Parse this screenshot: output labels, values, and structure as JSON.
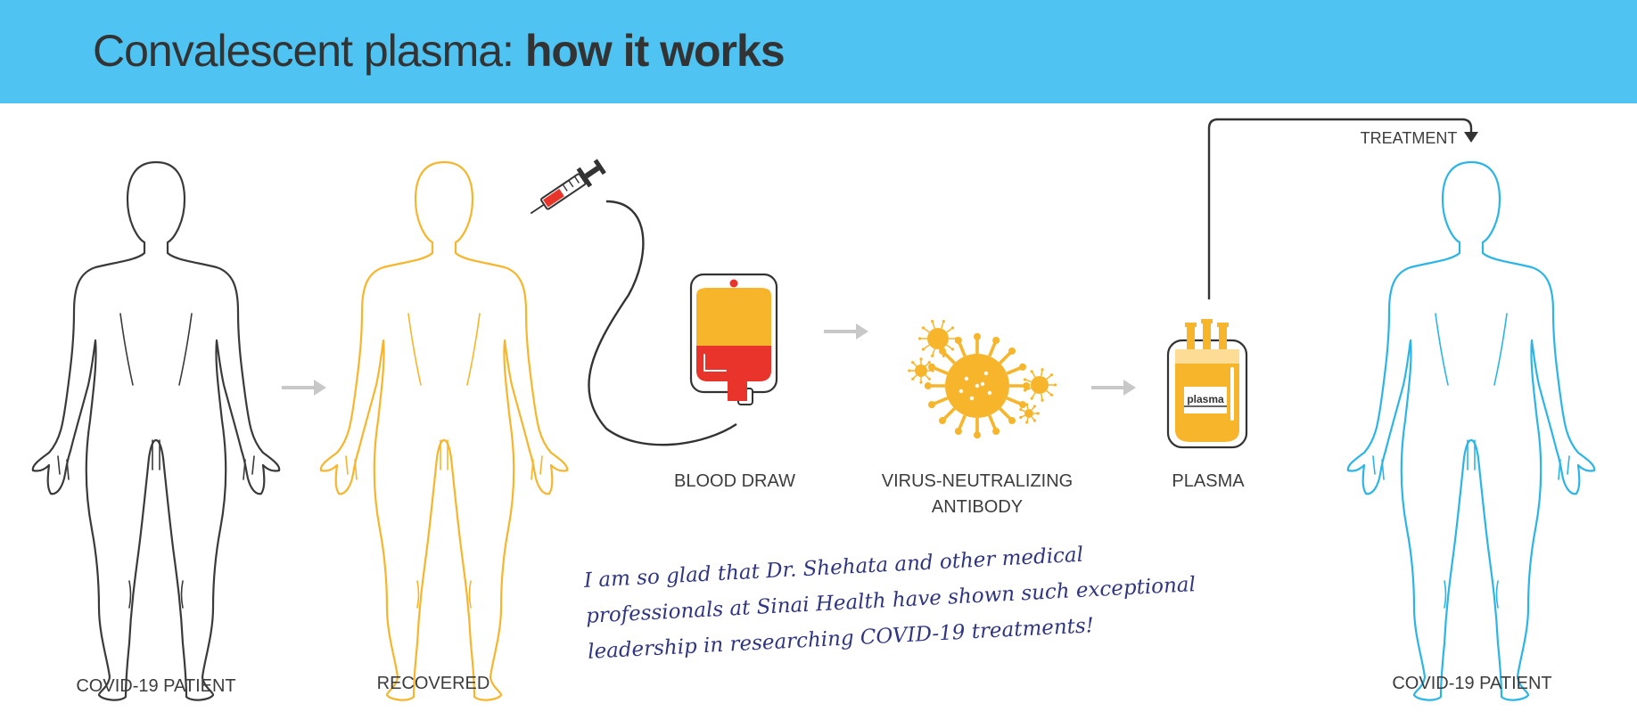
{
  "header": {
    "title_light": "Convalescent plasma: ",
    "title_bold": "how it works"
  },
  "colors": {
    "banner": "#4fc3f2",
    "patient": "#3a3a3a",
    "recovered": "#f7b52c",
    "treated": "#2bb5e6",
    "blood": "#e8342a",
    "handwriting": "#2f3580"
  },
  "figures": {
    "sick_patient": {
      "label": "COVID-19 PATIENT",
      "icon": "human-outline-icon"
    },
    "recovered": {
      "label": "RECOVERED",
      "icon": "human-outline-icon"
    },
    "treated_patient": {
      "label": "COVID-19 PATIENT",
      "icon": "human-outline-icon"
    }
  },
  "steps": {
    "blood_draw": {
      "label": "BLOOD DRAW",
      "icon": "blood-bag-icon"
    },
    "antibody": {
      "label_line1": "VIRUS-NEUTRALIZING",
      "label_line2": "ANTIBODY",
      "icon": "virus-icon"
    },
    "plasma": {
      "label": "PLASMA",
      "bag_text": "plasma",
      "icon": "plasma-bag-icon"
    },
    "treatment": {
      "label": "TREATMENT"
    }
  },
  "note": {
    "line1": "I am so glad that Dr. Shehata and other medical",
    "line2": "professionals at Sinai Health have shown such exceptional",
    "line3": "leadership in researching COVID-19 treatments!"
  }
}
